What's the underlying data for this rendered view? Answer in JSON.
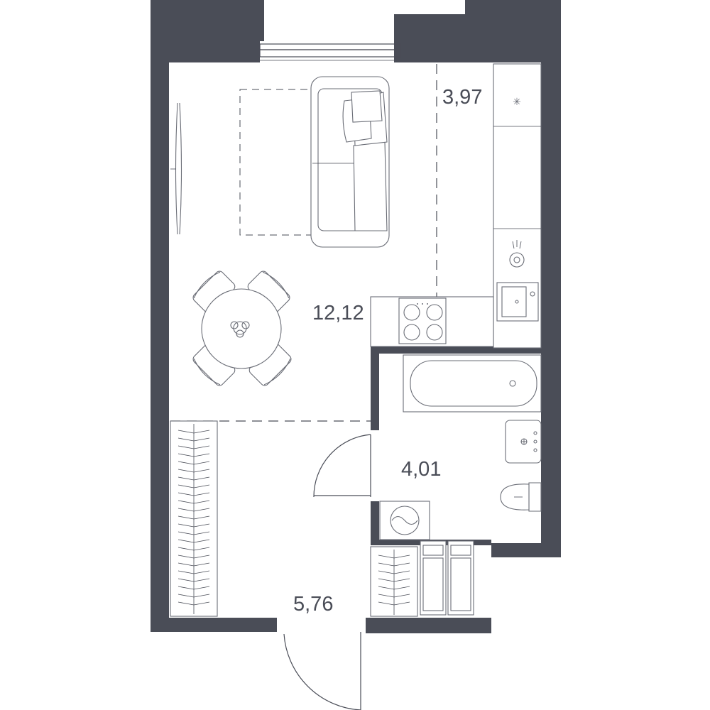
{
  "areas": {
    "kitchen": "3,97",
    "living": "12,12",
    "bathroom": "4,01",
    "hall": "5,76"
  },
  "colors": {
    "wall": "#4a4d57",
    "background": "#ffffff"
  }
}
